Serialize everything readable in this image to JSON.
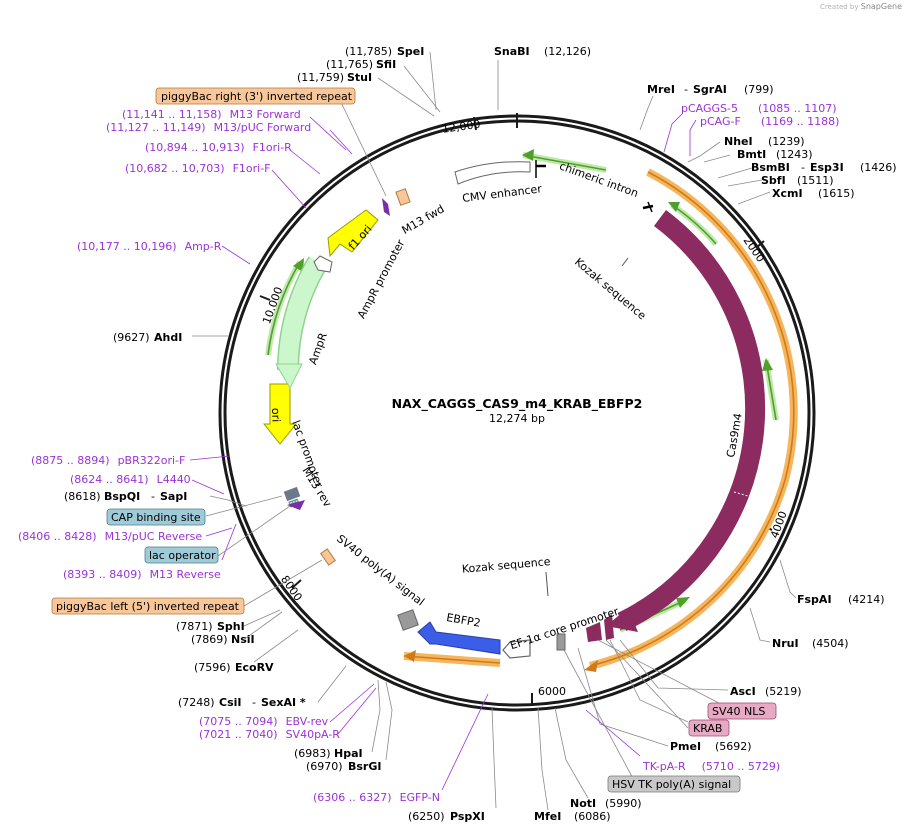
{
  "header": {
    "credit": "Created by",
    "brand": "SnapGene"
  },
  "plasmid": {
    "name": "NAX_CAGGS_CAS9_m4_KRAB_EBFP2",
    "size": "12,274 bp"
  },
  "ticks": [
    "12,000",
    "2000",
    "4000",
    "6000",
    "8000",
    "10,000"
  ],
  "features": {
    "cmv_enhancer": "CMV enhancer",
    "chimeric_intron": "chimeric intron",
    "kozak_1": "Kozak sequence",
    "cas9m4": "Cas9m4",
    "kozak_2": "Kozak sequence",
    "ef1a": "EF-1α core promoter",
    "ebfp2": "EBFP2",
    "sv40_polya": "SV40 poly(A) signal",
    "m13_rev": "M13 rev",
    "lac_promoter": "lac promoter",
    "ori": "ori",
    "ampr": "AmpR",
    "ampr_promoter": "AmpR promoter",
    "f1_ori": "f1 ori",
    "m13_fwd": "M13 fwd"
  },
  "sites_right": [
    {
      "name": "SnaBI",
      "pos": "(12,126)"
    },
    {
      "name": "MreI",
      "extra": "SgrAI",
      "pos": "(799)"
    },
    {
      "name": "NheI",
      "pos": "(1239)"
    },
    {
      "name": "BmtI",
      "pos": "(1243)"
    },
    {
      "name": "BsmBI",
      "extra": "Esp3I",
      "pos": "(1426)"
    },
    {
      "name": "SbfI",
      "pos": "(1511)"
    },
    {
      "name": "XcmI",
      "pos": "(1615)"
    },
    {
      "name": "FspAI",
      "pos": "(4214)"
    },
    {
      "name": "NruI",
      "pos": "(4504)"
    },
    {
      "name": "AscI",
      "pos": "(5219)"
    },
    {
      "name": "PmeI",
      "pos": "(5692)"
    },
    {
      "name": "NotI",
      "pos": "(5990)"
    },
    {
      "name": "MfeI",
      "pos": "(6086)"
    },
    {
      "name": "PspXI",
      "pos": "(6250)"
    }
  ],
  "sites_left": [
    {
      "name": "SpeI",
      "pos": "(11,785)"
    },
    {
      "name": "SfiI",
      "pos": "(11,765)"
    },
    {
      "name": "StuI",
      "pos": "(11,759)"
    },
    {
      "name": "AhdI",
      "pos": "(9627)"
    },
    {
      "name": "BspQI",
      "extra": "SapI",
      "pos": "(8618)"
    },
    {
      "name": "SphI",
      "pos": "(7871)"
    },
    {
      "name": "NsiI",
      "pos": "(7869)"
    },
    {
      "name": "EcoRV",
      "pos": "(7596)"
    },
    {
      "name": "CsiI",
      "extra": "SexAI *",
      "pos": "(7248)"
    },
    {
      "name": "HpaI",
      "pos": "(6983)"
    },
    {
      "name": "BsrGI",
      "pos": "(6970)"
    }
  ],
  "primers_right": [
    {
      "name": "pCAGGS-5",
      "range": "(1085 .. 1107)"
    },
    {
      "name": "pCAG-F",
      "range": "(1169 .. 1188)"
    },
    {
      "name": "TK-pA-R",
      "range": "(5710 .. 5729)"
    }
  ],
  "primers_left": [
    {
      "name": "M13 Forward",
      "range": "(11,141 .. 11,158)"
    },
    {
      "name": "M13/pUC Forward",
      "range": "(11,127 .. 11,149)"
    },
    {
      "name": "F1ori-R",
      "range": "(10,894 .. 10,913)"
    },
    {
      "name": "F1ori-F",
      "range": "(10,682 .. 10,703)"
    },
    {
      "name": "Amp-R",
      "range": "(10,177 .. 10,196)"
    },
    {
      "name": "pBR322ori-F",
      "range": "(8875 .. 8894)"
    },
    {
      "name": "L4440",
      "range": "(8624 .. 8641)"
    },
    {
      "name": "M13/pUC Reverse",
      "range": "(8406 .. 8428)"
    },
    {
      "name": "M13 Reverse",
      "range": "(8393 .. 8409)"
    },
    {
      "name": "EBV-rev",
      "range": "(7075 .. 7094)"
    },
    {
      "name": "SV40pA-R",
      "range": "(7021 .. 7040)"
    },
    {
      "name": "EGFP-N",
      "range": "(6306 .. 6327)"
    }
  ],
  "boxed_labels": {
    "piggybac_right": "piggyBac right (3') inverted repeat",
    "piggybac_left": "piggyBac left (5') inverted repeat",
    "cap": "CAP binding site",
    "lac_operator": "lac operator",
    "sv40_nls": "SV40 NLS",
    "krab": "KRAB",
    "hsv_tk": "HSV TK poly(A) signal"
  },
  "colors": {
    "backbone": "#1a1a1a",
    "cas9": "#8b2b5f",
    "ebfp2": "#3a5ee8",
    "f1ori": "#ffff00",
    "ampr": "#ccf7cc",
    "ampr_outline": "#8fd28f",
    "primer": "#9b32d6",
    "primer_arrow": "#4ea02a",
    "orange_band": "#f5b55c",
    "piggybac_box": "#f7c79a",
    "blue_box": "#9fcad8",
    "pink_box": "#e8a9c4",
    "gray_box": "#c8c8c8"
  }
}
